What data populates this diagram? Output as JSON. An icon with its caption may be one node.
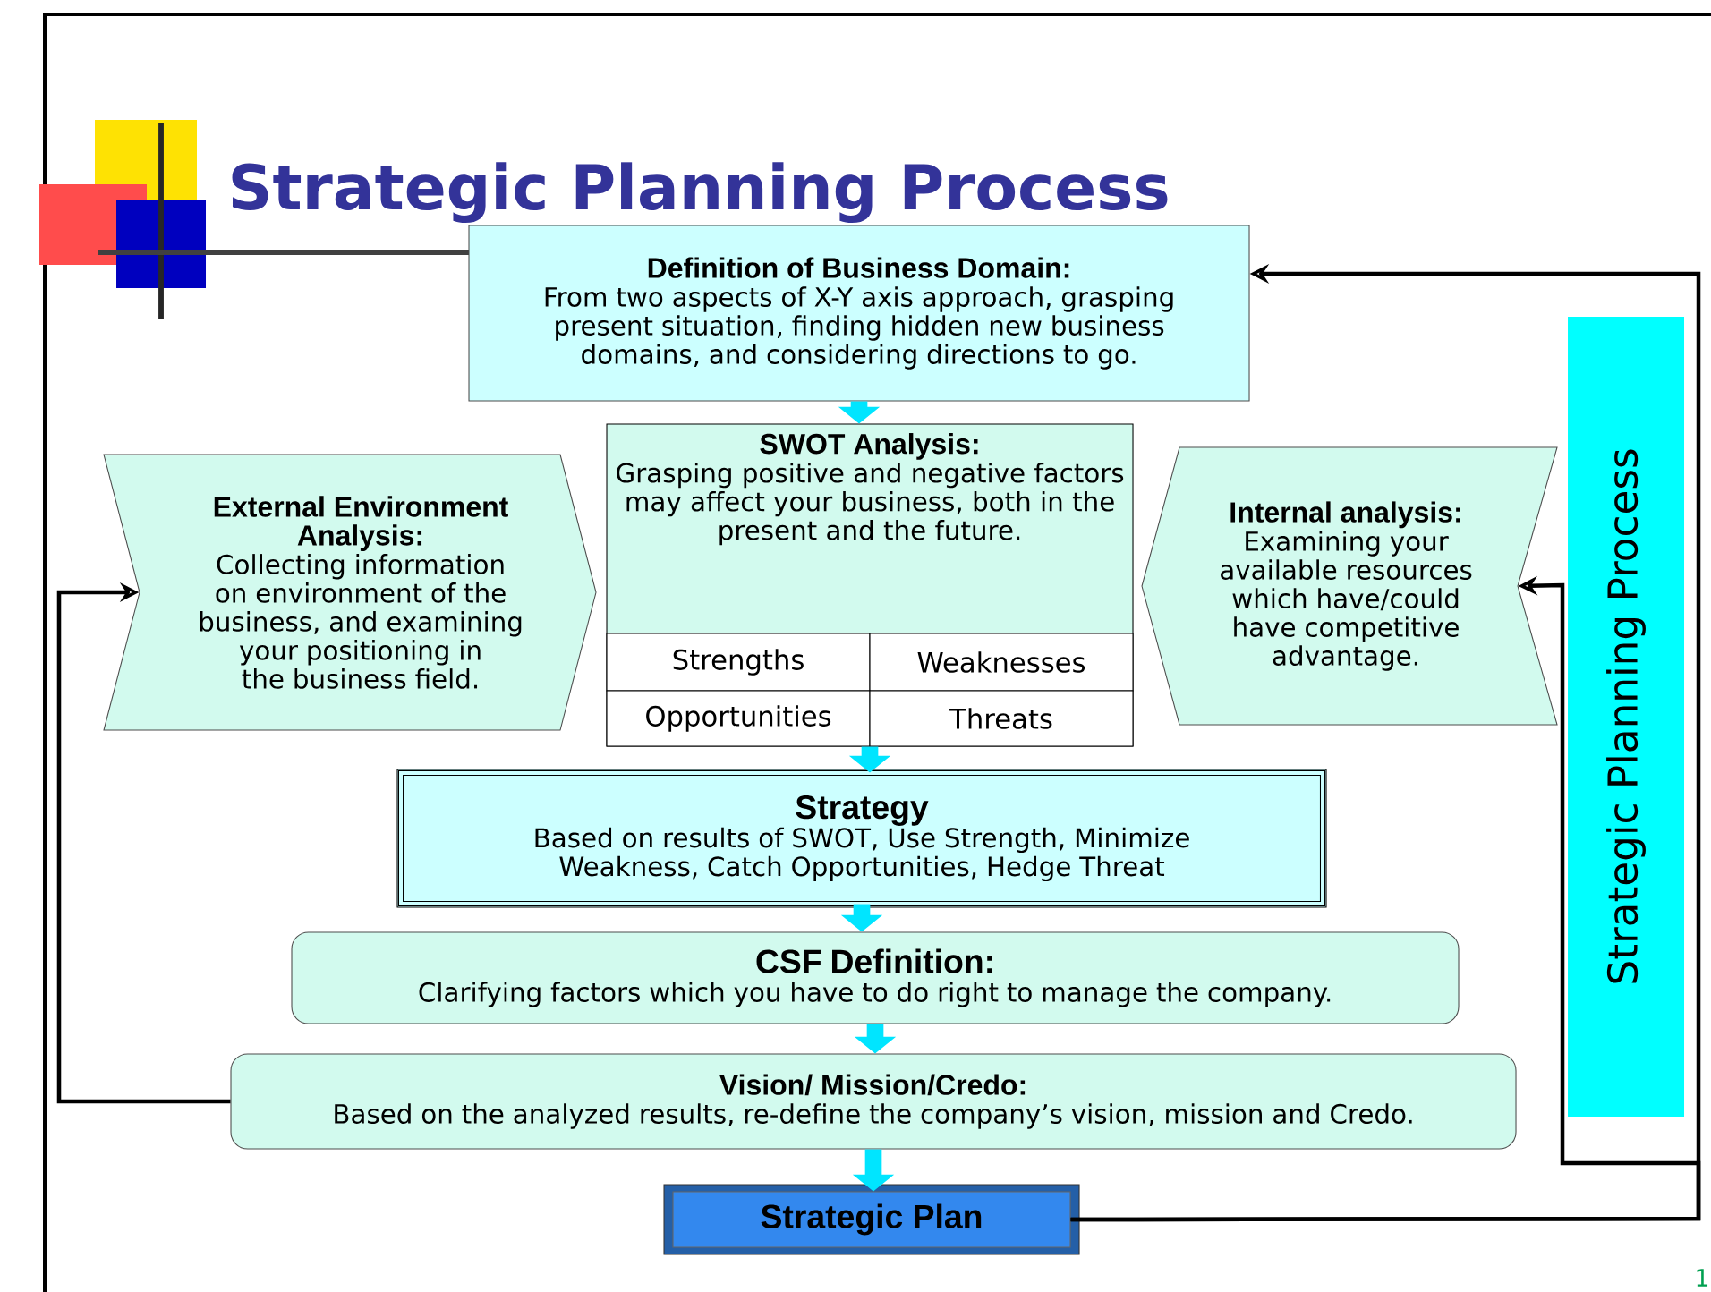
{
  "diagram": {
    "title": "Strategic Planning Process",
    "nodes": [
      {
        "text": [
          "Definition of Business Domain:",
          "From two aspects of X-Y axis approach, grasping present situation, finding hidden new business domains, and considering directions to go."
        ]
      },
      {
        "text": [
          "External Environment Analysis:",
          "Collecting information on environment of the business, and examining your positioning in the business field."
        ]
      },
      {
        "text": [
          "SWOT Analysis:",
          "Grasping positive and negative factors may affect your business, both in the present and the future."
        ]
      },
      {
        "text": [
          "Strengths"
        ],
        "in": 2
      },
      {
        "text": [
          "Weaknesses"
        ],
        "in": 2
      },
      {
        "text": [
          "Opportunities"
        ],
        "in": 2
      },
      {
        "text": [
          "Threats"
        ],
        "in": 2
      },
      {
        "text": [
          "Internal analysis:",
          "Examining your available resources which have/could have competitive advantage."
        ]
      },
      {
        "text": [
          "Strategy",
          "Based on results of SWOT, Use Strength, Minimize Weakness, Catch Opportunities, Hedge Threat"
        ]
      },
      {
        "text": [
          "CSF Definition:",
          "Clarifying factors which you have to do right to manage the company."
        ]
      },
      {
        "text": [
          "Vision/ Mission/Credo:",
          "Based on the analyzed results, re-define the company’s vision, mission and Credo."
        ]
      },
      {
        "text": [
          "Strategic Plan"
        ]
      },
      {
        "text": [
          "Strategic Planning Process"
        ]
      }
    ],
    "edges": [
      {
        "from": 0,
        "to": 2,
        "arrow": "to"
      },
      {
        "from": 2,
        "to": 8,
        "arrow": "to"
      },
      {
        "from": 8,
        "to": 9,
        "arrow": "to"
      },
      {
        "from": 9,
        "to": 10,
        "arrow": "to"
      },
      {
        "from": 10,
        "to": 11,
        "arrow": "to"
      },
      {
        "from": 11,
        "to": 0,
        "arrow": "to",
        "color": "#000000"
      },
      {
        "from": 11,
        "to": 7,
        "arrow": "to",
        "color": "#000000"
      },
      {
        "from": 10,
        "to": 1,
        "arrow": "to",
        "color": "#000000"
      }
    ],
    "labels": [
      "1"
    ]
  }
}
